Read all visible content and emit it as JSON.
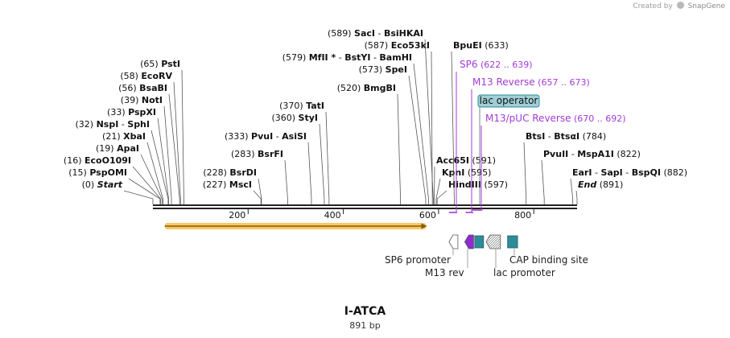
{
  "credit": {
    "prefix": "Created by",
    "brand": "SnapGene"
  },
  "sequence": {
    "name": "I-ATCA",
    "length_text": "891 bp",
    "length": 891
  },
  "ruler": {
    "ticks": [
      200,
      400,
      600,
      800
    ]
  },
  "enzymes": [
    {
      "pos": 0,
      "pos_text": "(0)",
      "name": "Start",
      "style": "italic"
    },
    {
      "pos": 15,
      "pos_text": "(15)",
      "name": "PspOMI"
    },
    {
      "pos": 16,
      "pos_text": "(16)",
      "name": "EcoO109I"
    },
    {
      "pos": 19,
      "pos_text": "(19)",
      "name": "ApaI"
    },
    {
      "pos": 21,
      "pos_text": "(21)",
      "name": "XbaI"
    },
    {
      "pos": 32,
      "pos_text": "(32)",
      "name": "NspI",
      "sep": "-",
      "name2": "SphI"
    },
    {
      "pos": 33,
      "pos_text": "(33)",
      "name": "PspXI"
    },
    {
      "pos": 39,
      "pos_text": "(39)",
      "name": "NotI"
    },
    {
      "pos": 56,
      "pos_text": "(56)",
      "name": "BsaBI"
    },
    {
      "pos": 58,
      "pos_text": "(58)",
      "name": "EcoRV"
    },
    {
      "pos": 65,
      "pos_text": "(65)",
      "name": "PstI"
    },
    {
      "pos": 227,
      "pos_text": "(227)",
      "name": "MscI"
    },
    {
      "pos": 228,
      "pos_text": "(228)",
      "name": "BsrDI"
    },
    {
      "pos": 283,
      "pos_text": "(283)",
      "name": "BsrFI"
    },
    {
      "pos": 333,
      "pos_text": "(333)",
      "name": "PvuI",
      "sep": "-",
      "name2": "AsiSI"
    },
    {
      "pos": 360,
      "pos_text": "(360)",
      "name": "StyI"
    },
    {
      "pos": 370,
      "pos_text": "(370)",
      "name": "TatI"
    },
    {
      "pos": 520,
      "pos_text": "(520)",
      "name": "BmgBI"
    },
    {
      "pos": 573,
      "pos_text": "(573)",
      "name": "SpeI"
    },
    {
      "pos": 579,
      "pos_text": "(579)",
      "name": "MfII *",
      "sep": "-",
      "name2": "BstYI",
      "sep2": "-",
      "name3": "BamHI"
    },
    {
      "pos": 587,
      "pos_text": "(587)",
      "name": "Eco53kI"
    },
    {
      "pos": 589,
      "pos_text": "(589)",
      "name": "SacI",
      "sep": "-",
      "name2": "BsiHKAI"
    },
    {
      "pos": 591,
      "pos_text": "(591)",
      "name": "Acc65I"
    },
    {
      "pos": 595,
      "pos_text": "(595)",
      "name": "KpnI"
    },
    {
      "pos": 597,
      "pos_text": "(597)",
      "name": "HindIII"
    },
    {
      "pos": 633,
      "pos_text": "(633)",
      "name": "BpuEI"
    },
    {
      "pos": 784,
      "pos_text": "(784)",
      "name": "BtsI",
      "sep": "-",
      "name2": "BtsαI"
    },
    {
      "pos": 822,
      "pos_text": "(822)",
      "name": "PvuII",
      "sep": "-",
      "name2": "MspA1I"
    },
    {
      "pos": 882,
      "pos_text": "(882)",
      "name": "EarI",
      "sep": "-",
      "name2": "SapI",
      "sep2": "-",
      "name3": "BspQI"
    },
    {
      "pos": 891,
      "pos_text": "(891)",
      "name": "End",
      "style": "italic"
    }
  ],
  "primers": [
    {
      "name": "SP6",
      "range_text": "(622 .. 639)",
      "start": 622,
      "end": 639
    },
    {
      "name": "M13 Reverse",
      "range_text": "(657 .. 673)",
      "start": 657,
      "end": 673
    },
    {
      "name": "M13/pUC Reverse",
      "range_text": "(670 .. 692)",
      "start": 670,
      "end": 692
    }
  ],
  "boxed_label": {
    "text": "lac operator"
  },
  "orf": {
    "start": 25,
    "end": 574,
    "color": "#f5b942",
    "arrow_color": "#8a5a00"
  },
  "features": [
    {
      "name": "SP6 promoter",
      "start": 622,
      "end": 640,
      "shape": "arrow-left",
      "color": "#ffffff"
    },
    {
      "name": "M13 rev",
      "start": 655,
      "end": 671,
      "shape": "arrow-left",
      "color": "#8e2bd1"
    },
    {
      "name": "lac operator",
      "start": 676,
      "end": 693,
      "shape": "box",
      "color": "#2e8b9a"
    },
    {
      "name": "lac promoter",
      "start": 700,
      "end": 730,
      "shape": "arrow-left-hatched",
      "color": "#ffffff"
    },
    {
      "name": "CAP binding site",
      "start": 745,
      "end": 766,
      "shape": "box",
      "color": "#2e8b9a"
    }
  ],
  "colors": {
    "primer": "#a23bd6",
    "enzyme_line": "#555555",
    "backbone": "#222222",
    "box_fill": "#9fcfd6",
    "box_border": "#2e8b9a"
  }
}
